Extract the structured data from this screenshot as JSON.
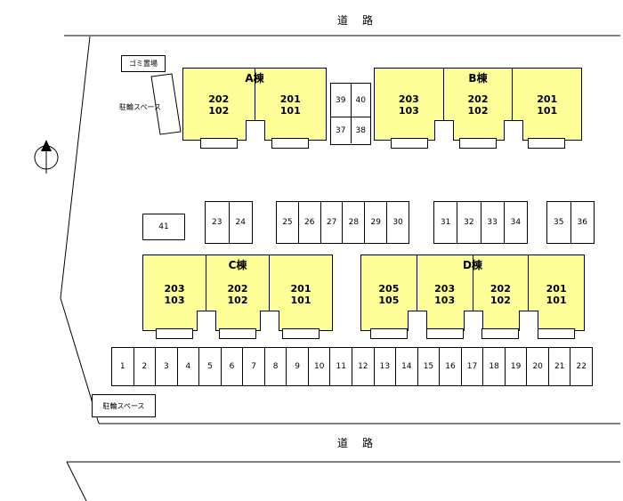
{
  "roads": {
    "top": "道　路",
    "bottom": "道　路"
  },
  "areas": {
    "garbage": "ゴミ置場",
    "bicycle_top": "駐輪スペース",
    "bicycle_bottom": "駐輪スペース"
  },
  "colors": {
    "building_fill": "#ffff99",
    "line": "#000000",
    "background": "#ffffff"
  },
  "buildings": [
    {
      "name": "A棟",
      "units": [
        {
          "upper": "202",
          "lower": "102"
        },
        {
          "upper": "201",
          "lower": "101"
        }
      ]
    },
    {
      "name": "B棟",
      "units": [
        {
          "upper": "203",
          "lower": "103"
        },
        {
          "upper": "202",
          "lower": "102"
        },
        {
          "upper": "201",
          "lower": "101"
        }
      ]
    },
    {
      "name": "C棟",
      "units": [
        {
          "upper": "203",
          "lower": "103"
        },
        {
          "upper": "202",
          "lower": "102"
        },
        {
          "upper": "201",
          "lower": "101"
        }
      ]
    },
    {
      "name": "D棟",
      "units": [
        {
          "upper": "205",
          "lower": "105"
        },
        {
          "upper": "203",
          "lower": "103"
        },
        {
          "upper": "202",
          "lower": "102"
        },
        {
          "upper": "201",
          "lower": "101"
        }
      ]
    }
  ],
  "parking": {
    "pair": {
      "row1": [
        "39",
        "40"
      ],
      "row2": [
        "37",
        "38"
      ]
    },
    "single": "41",
    "mid1": [
      "23",
      "24"
    ],
    "mid2": [
      "25",
      "26",
      "27",
      "28",
      "29",
      "30"
    ],
    "mid3": [
      "31",
      "32",
      "33",
      "34"
    ],
    "mid4": [
      "35",
      "36"
    ],
    "bottom": [
      "1",
      "2",
      "3",
      "4",
      "5",
      "6",
      "7",
      "8",
      "9",
      "10",
      "11",
      "12",
      "13",
      "14",
      "15",
      "16",
      "17",
      "18",
      "19",
      "20",
      "21",
      "22"
    ]
  }
}
